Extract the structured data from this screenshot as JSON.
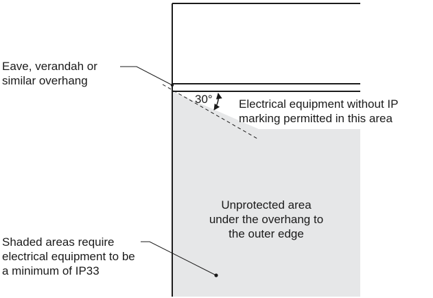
{
  "labels": {
    "overhang": "Eave, verandah or\nsimilar overhang",
    "angle": "30°",
    "permitted": "Electrical equipment without IP\nmarking permitted in this area",
    "unprotected": "Unprotected area\nunder the overhang to\nthe outer edge",
    "shaded_note": "Shaded areas require\nelectrical equipment to be\na minimum of IP33"
  },
  "colors": {
    "shade": "#e6e7e8",
    "line": "#1a1a1a"
  }
}
